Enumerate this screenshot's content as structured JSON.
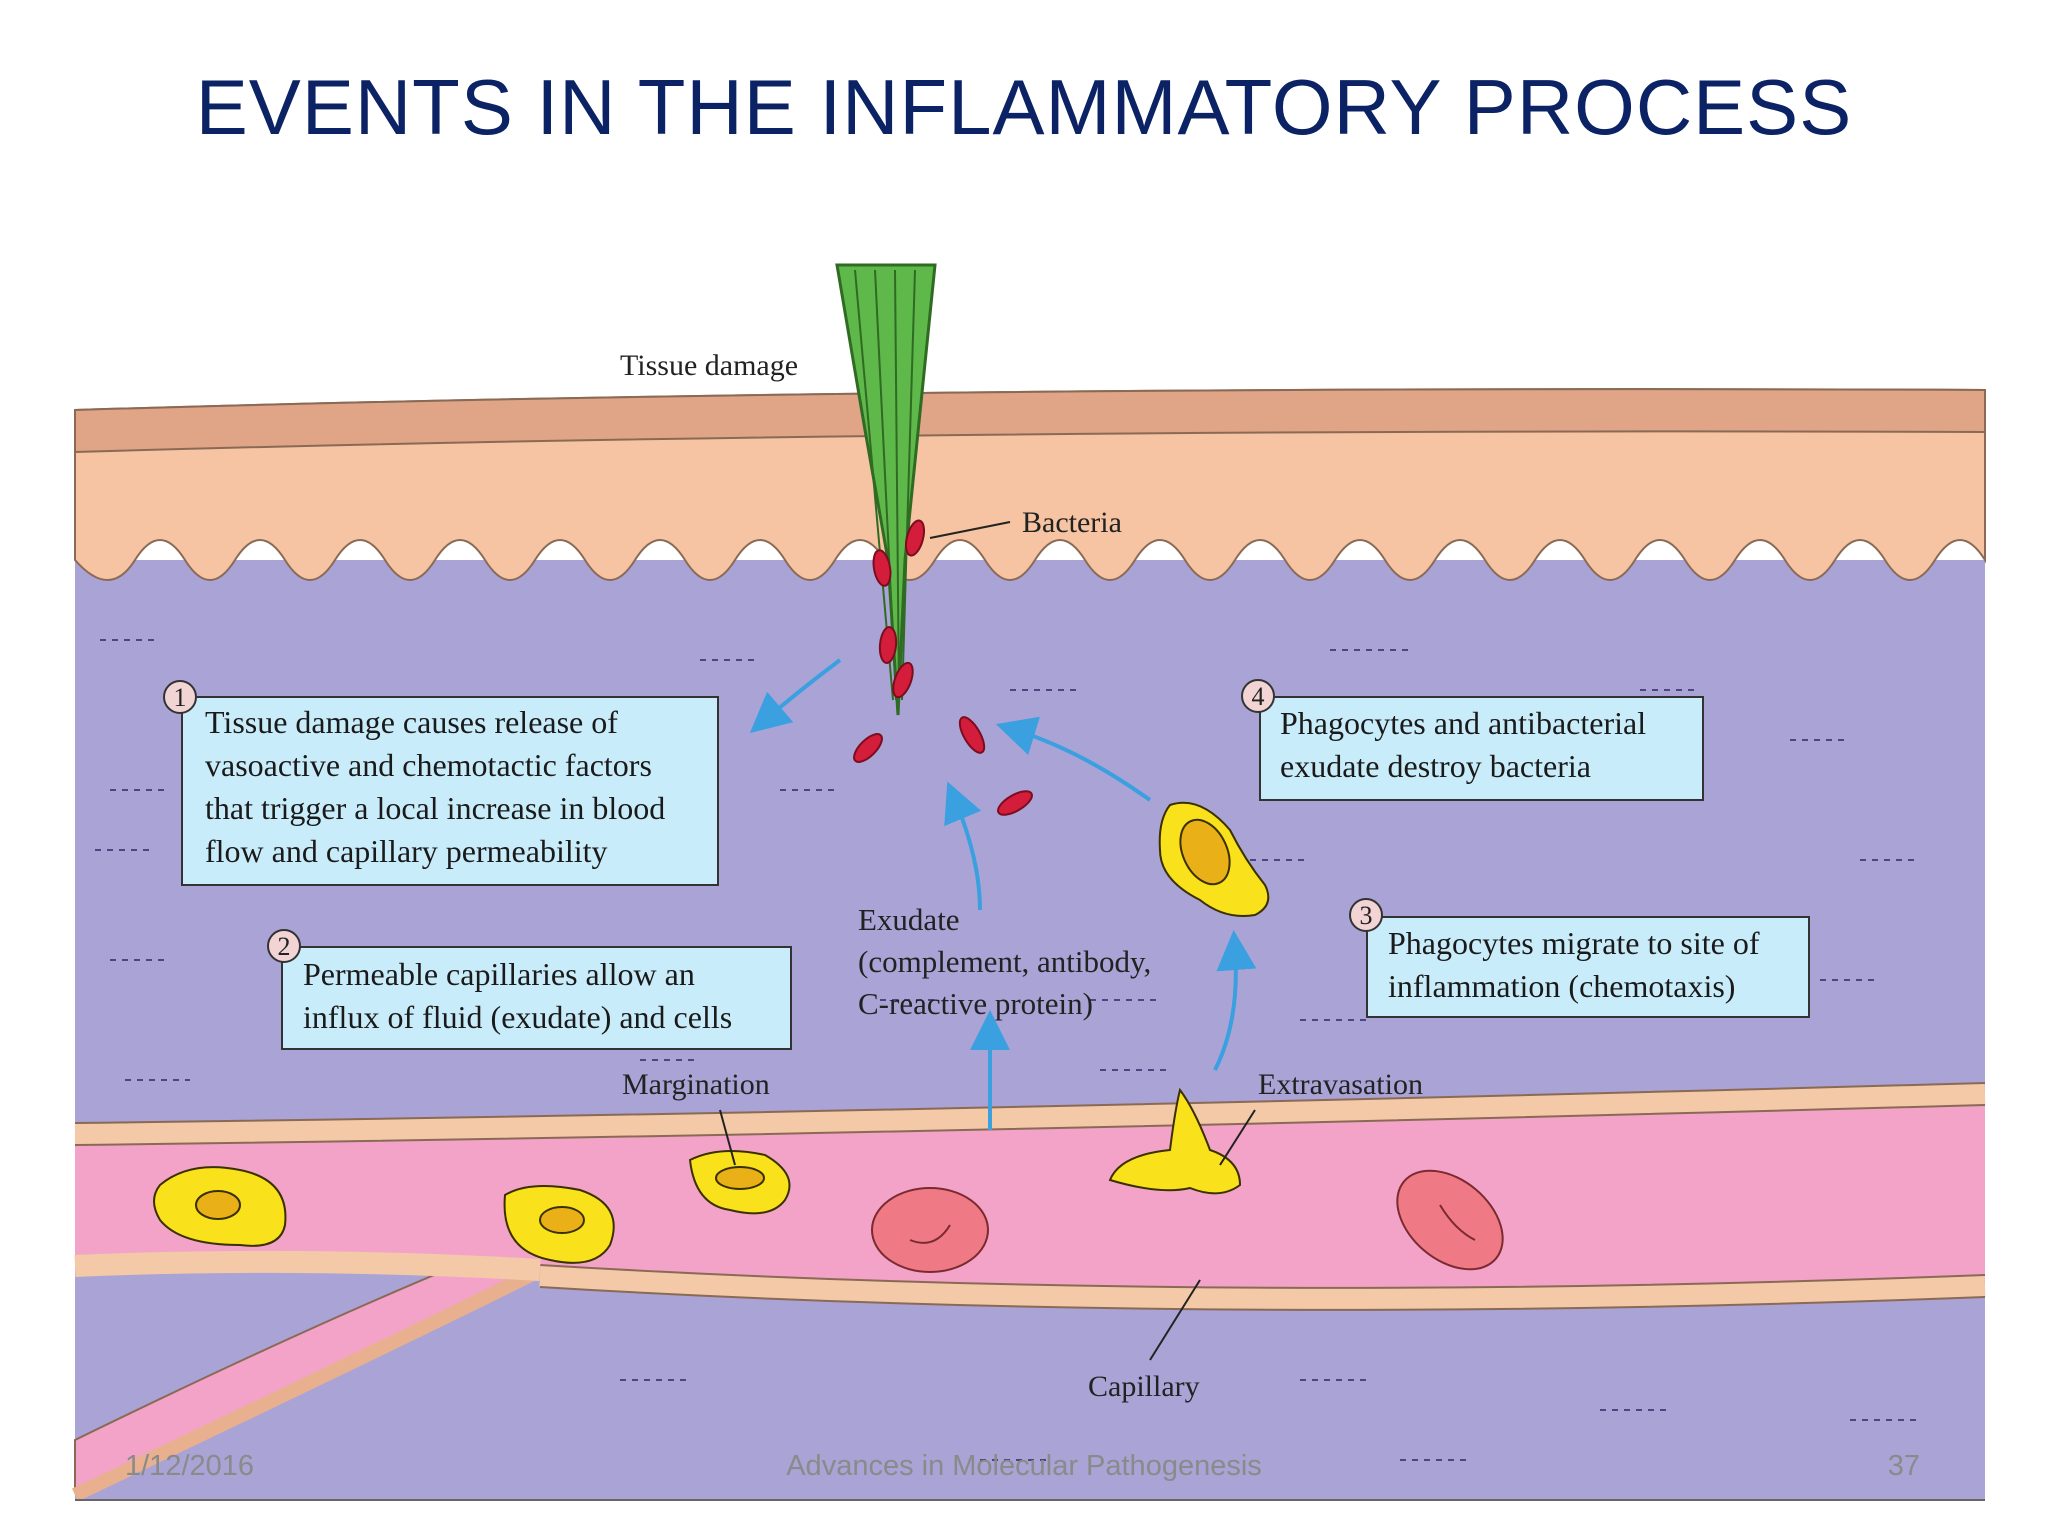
{
  "slide": {
    "title": "EVENTS IN THE INFLAMMATORY PROCESS"
  },
  "diagram": {
    "labels": {
      "tissue_damage": "Tissue damage",
      "bacteria": "Bacteria",
      "exudate_line1": "Exudate",
      "exudate_line2": "(complement, antibody,",
      "exudate_line3": "C-reactive protein)",
      "margination": "Margination",
      "extravasation": "Extravasation",
      "capillary": "Capillary"
    },
    "steps": [
      {
        "number": "1",
        "lines": [
          "Tissue damage causes release of",
          "vasoactive and chemotactic factors",
          "that trigger a local increase in blood",
          "flow and capillary permeability"
        ]
      },
      {
        "number": "2",
        "lines": [
          "Permeable capillaries allow an",
          "influx of fluid (exudate) and cells"
        ]
      },
      {
        "number": "3",
        "lines": [
          "Phagocytes migrate to site of",
          "inflammation (chemotaxis)"
        ]
      },
      {
        "number": "4",
        "lines": [
          "Phagocytes and antibacterial",
          "exudate destroy bacteria"
        ]
      }
    ],
    "colors": {
      "tissue": "#a9a3d6",
      "epidermis": "#f6c4a2",
      "capillary_lumen": "#f3a3c8",
      "phagocyte": "#f9e11b",
      "red_cell": "#ef7a86",
      "bacteria": "#d41d3a",
      "splinter": "#5fb84a",
      "box_fill": "#c9ecfa",
      "arrow": "#3aa0e0",
      "title": "#0b2265"
    }
  },
  "footer": {
    "date": "1/12/2016",
    "course": "Advances in Molecular Pathogenesis",
    "page": "37"
  }
}
